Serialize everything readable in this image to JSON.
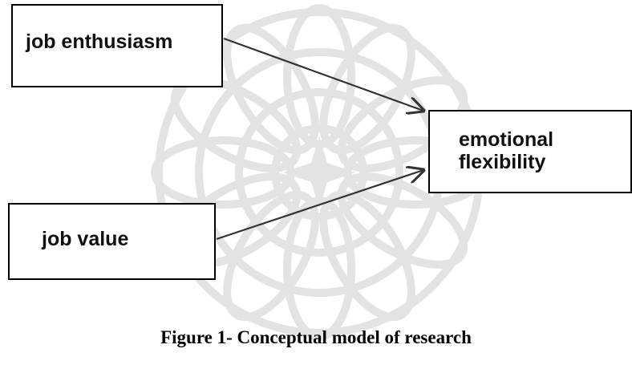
{
  "diagram": {
    "nodes": [
      {
        "id": "enthusiasm",
        "label": "job enthusiasm"
      },
      {
        "id": "value",
        "label": "job value"
      },
      {
        "id": "flexibility",
        "label": "emotional\nflexibility"
      }
    ],
    "edges": [
      {
        "from": "enthusiasm",
        "to": "flexibility"
      },
      {
        "from": "value",
        "to": "flexibility"
      }
    ],
    "caption": "Figure 1- Conceptual model of research"
  },
  "colors": {
    "box_border": "#000000",
    "arrow": "#333333",
    "watermark": "#e3e3e3"
  }
}
